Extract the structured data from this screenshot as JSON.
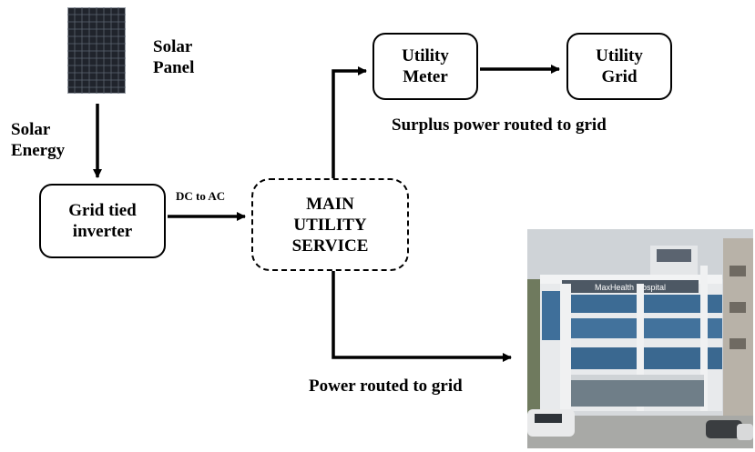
{
  "solar_panel": {
    "line1": "Solar",
    "line2": "Panel"
  },
  "solar_energy": {
    "line1": "Solar",
    "line2": "Energy"
  },
  "inverter": {
    "line1": "Grid tied",
    "line2": "inverter"
  },
  "dc_ac_label": "DC to AC",
  "main_service": {
    "line1": "MAIN",
    "line2": "UTILITY",
    "line3": "SERVICE"
  },
  "utility_meter": {
    "line1": "Utility",
    "line2": "Meter"
  },
  "utility_grid": {
    "line1": "Utility",
    "line2": "Grid"
  },
  "surplus_label": "Surplus power routed to grid",
  "power_label": "Power routed to grid",
  "hospital_sign": "MaxHealth Hospital"
}
